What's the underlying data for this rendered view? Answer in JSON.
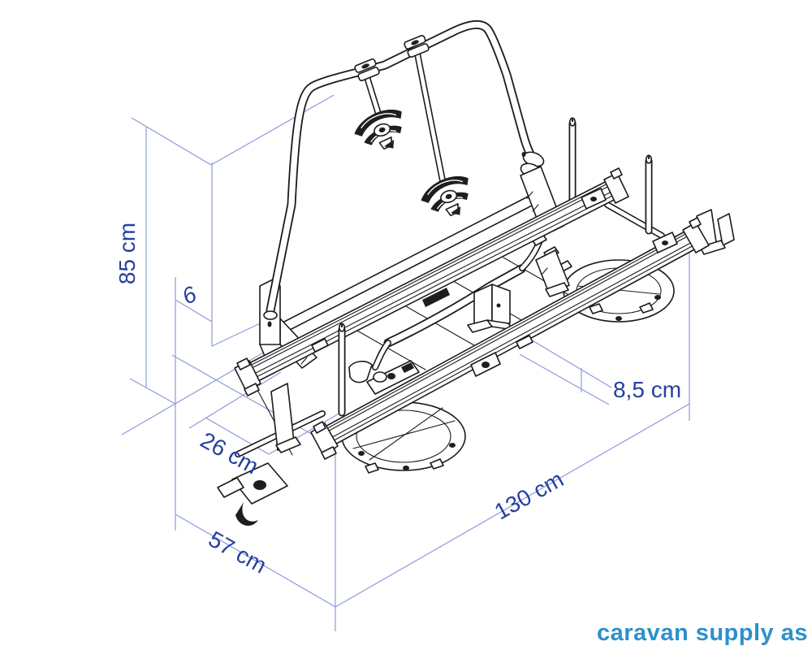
{
  "diagram": {
    "dimensions": {
      "height": "85 cm",
      "wall_offset": "6",
      "rail_spacing": "26 cm",
      "depth": "57 cm",
      "length": "130 cm",
      "rail_height_difference": "8,5 cm"
    },
    "colors": {
      "construction_line": "#8c9bd8",
      "dimension_text": "#27409f",
      "drawing_line": "#1b1b1b",
      "background": "#ffffff"
    }
  },
  "branding": {
    "logo_text": "caravan supply as",
    "logo_color": "#2e90cc"
  }
}
